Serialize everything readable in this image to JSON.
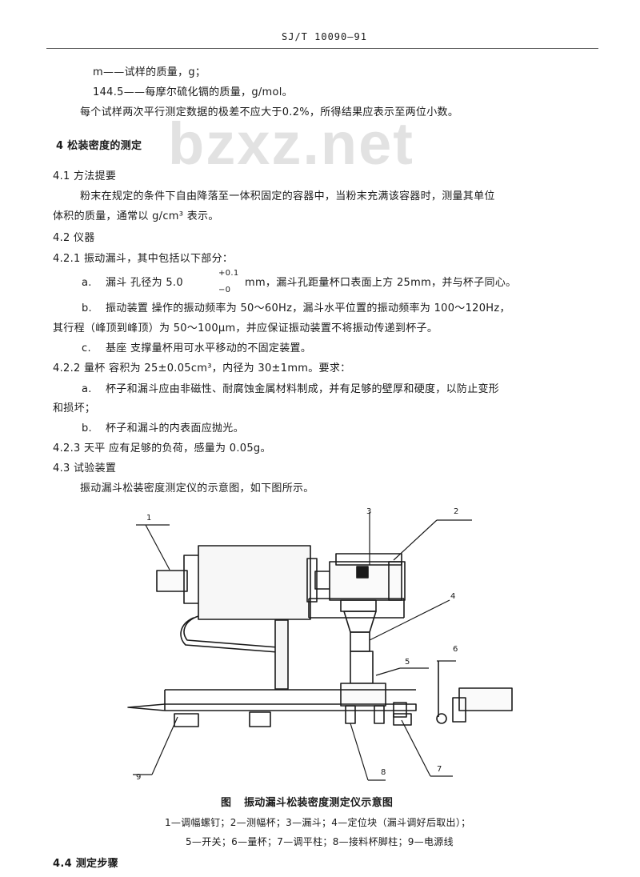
{
  "header": {
    "code": "SJ/T 10090—91"
  },
  "watermark": "bzxz.net",
  "lines": {
    "m_def": "m——试样的质量，g；",
    "m144_def": "144.5——每摩尔硫化镉的质量，g/mol。",
    "precision": "每个试样两次平行测定数据的极差不应大于0.2%，所得结果应表示至两位小数。",
    "s4": "4  松装密度的测定",
    "s4_1": "4.1  方法提要",
    "s4_1_p1": "粉末在规定的条件下自由降落至一体积固定的容器中，当粉末充满该容器时，测量其单位",
    "s4_1_p2": "体积的质量，通常以 g/cm³ 表示。",
    "s4_2": "4.2  仪器",
    "s4_2_1": "4.2.1  振动漏斗，其中包括以下部分：",
    "a1_label": "a.",
    "a1_text": "漏斗  孔径为 5.0",
    "a1_tol_up": "+0.1",
    "a1_tol_dn": "−0",
    "a1_rest": "mm，漏斗孔距量杯口表面上方 25mm，并与杯子同心。",
    "b1_label": "b.",
    "b1_text": "振动装置  操作的振动频率为 50～60Hz，漏斗水平位置的振动频率为 100～120Hz，",
    "b1_cont": "其行程（峰顶到峰顶）为 50～100μm，并应保证振动装置不将振动传递到杯子。",
    "c1_label": "c.",
    "c1_text": "基座  支撑量杯用可水平移动的不固定装置。",
    "s4_2_2": "4.2.2  量杯  容积为 25±0.05cm³，内径为 30±1mm。要求：",
    "a2_label": "a.",
    "a2_text": "杯子和漏斗应由非磁性、耐腐蚀金属材料制成，并有足够的壁厚和硬度，以防止变形",
    "a2_cont": "和损坏；",
    "b2_label": "b.",
    "b2_text": "杯子和漏斗的内表面应抛光。",
    "s4_2_3": "4.2.3  天平  应有足够的负荷，感量为 0.05g。",
    "s4_3": "4.3  试验装置",
    "s4_3_p": "振动漏斗松装密度测定仪的示意图，如下图所示。",
    "s4_4": "4.4  测定步骤"
  },
  "figure": {
    "callouts": [
      "1",
      "2",
      "3",
      "4",
      "5",
      "6",
      "7",
      "8",
      "9"
    ],
    "caption_label": "图",
    "caption_title": "振动漏斗松装密度测定仪示意图",
    "legend_line1": "1—调幅螺钉；2—测幅杯；3—漏斗；4—定位块（漏斗调好后取出）；",
    "legend_line2": "5—开关；6—量杯；7—调平柱；8—接料杯脚柱；9—电源线"
  }
}
